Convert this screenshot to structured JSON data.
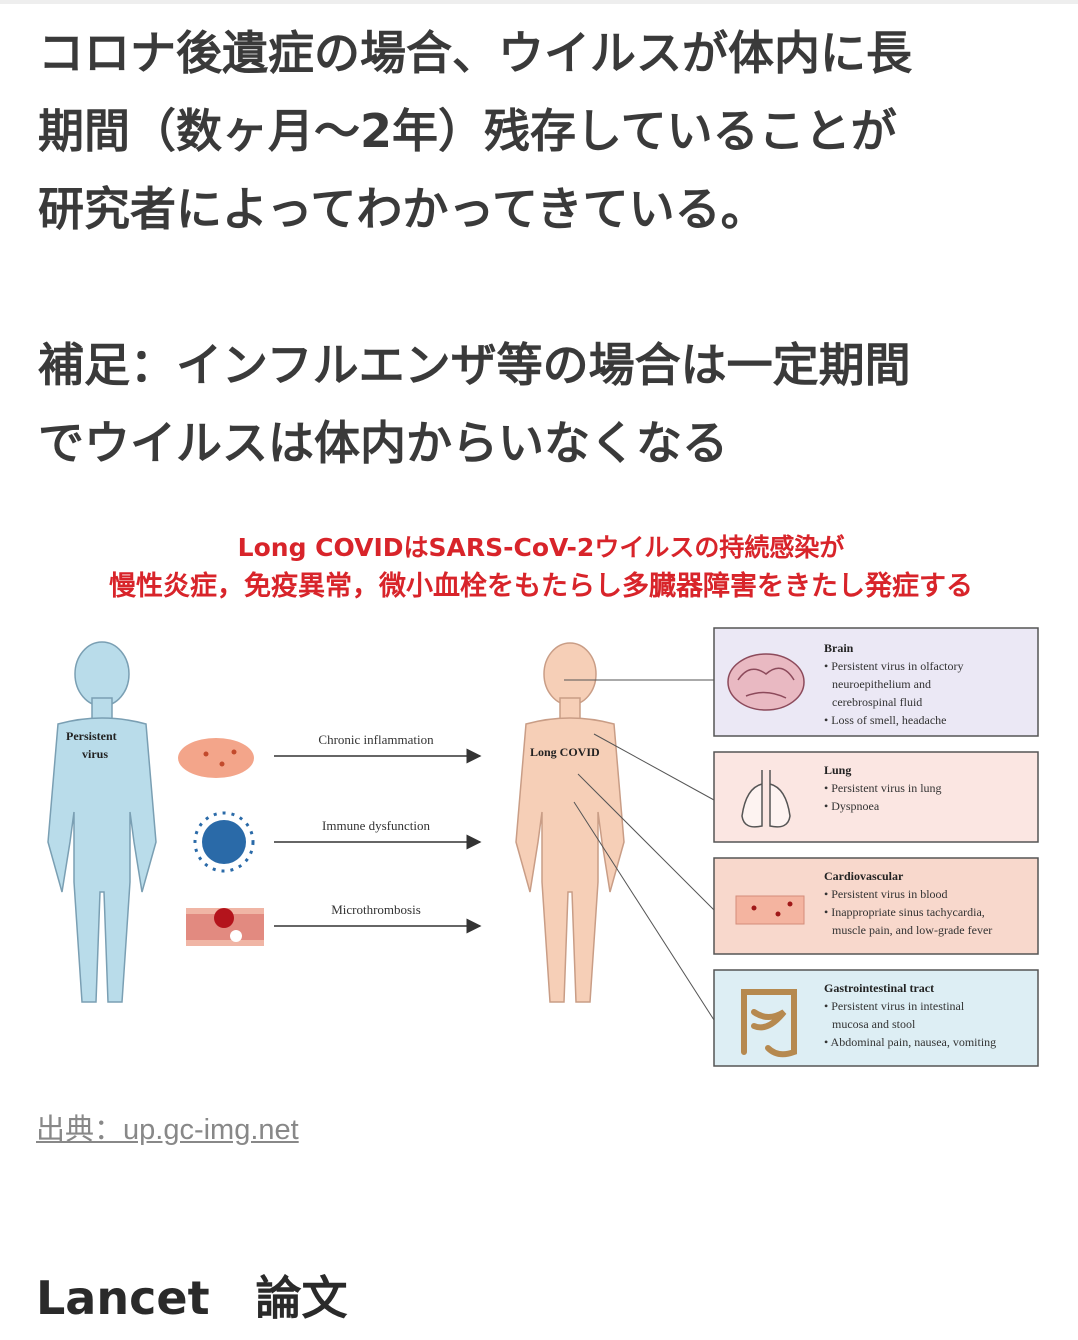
{
  "paragraphs": {
    "main": [
      "コロナ後遺症の場合、ウイルスが体内に長",
      "期間（数ヶ月〜2年）残存していることが",
      "研究者によってわかってきている。"
    ],
    "supplement": [
      "補足：インフルエンザ等の場合は一定期間",
      "でウイルスは体内からいなくなる"
    ]
  },
  "figure": {
    "title_line1": "Long COVIDはSARS-CoV-2ウイルスの持続感染が",
    "title_line2": "慢性炎症，免疫異常，微小血栓をもたらし多臓器障害をきたし発症する",
    "left_body_label_1": "Persistent",
    "left_body_label_2": "virus",
    "right_body_label": "Long COVID",
    "mechanisms": [
      "Chronic inflammation",
      "Immune dysfunction",
      "Microthrombosis"
    ],
    "organs": [
      {
        "title": "Brain",
        "lines": [
          "• Persistent virus in olfactory",
          "neuroepithelium and",
          "cerebrospinal fluid",
          "• Loss of smell, headache"
        ],
        "color": "#ebe8f5",
        "icon": "brain-icon"
      },
      {
        "title": "Lung",
        "lines": [
          "• Persistent virus in lung",
          "• Dyspnoea"
        ],
        "color": "#fbe6e2",
        "icon": "lungs-icon"
      },
      {
        "title": "Cardiovascular",
        "lines": [
          "• Persistent virus in blood",
          "• Inappropriate sinus tachycardia,",
          "muscle pain, and low-grade fever"
        ],
        "color": "#f8d8cc",
        "icon": "blood-vessel-icon"
      },
      {
        "title": "Gastrointestinal tract",
        "lines": [
          "• Persistent virus in intestinal",
          "mucosa and stool",
          "• Abdominal pain, nausea, vomiting"
        ],
        "color": "#ddeef4",
        "icon": "intestine-icon"
      }
    ]
  },
  "source": "出典：up.gc-img.net",
  "heading": "Lancet　論文",
  "colors": {
    "accent_red": "#d8242a",
    "blue_body": "#b9dcea",
    "peach_body": "#f6cfb7"
  }
}
